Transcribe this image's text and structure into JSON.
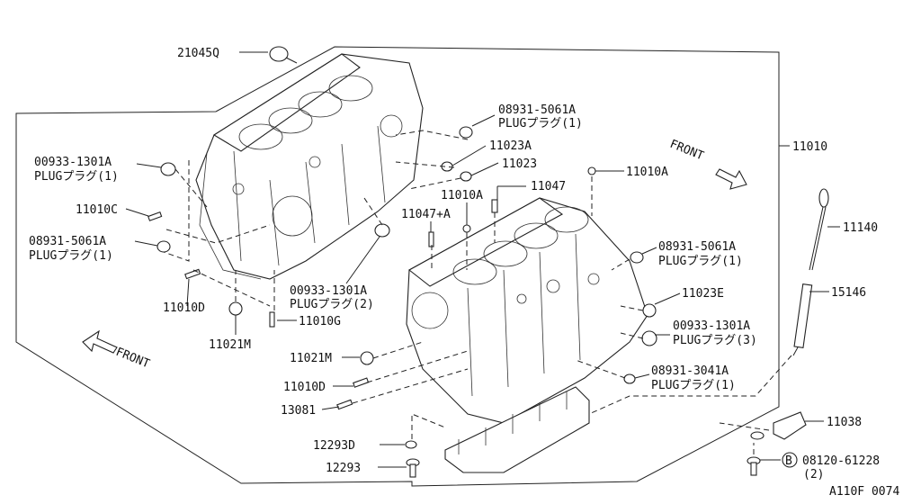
{
  "labels": {
    "p21045Q": "21045Q",
    "p089315061A_top": "08931-5061A",
    "plug1_top": "PLUGプラグ(1)",
    "p11023A": "11023A",
    "p11023": "11023",
    "p11010": "11010",
    "p11010A_right": "11010A",
    "p00933_left": "00933-1301A",
    "plug1_left": "PLUGプラグ(1)",
    "p11010C": "11010C",
    "p11010A_mid": "11010A",
    "p11047": "11047",
    "p11047A": "11047+A",
    "p089315061A_left": "08931-5061A",
    "plug1_left2": "PLUGプラグ(1)",
    "p089315061A_right": "08931-5061A",
    "plug1_right": "PLUGプラグ(1)",
    "p11140": "11140",
    "p15146": "15146",
    "p00933_mid": "00933-1301A",
    "plug2_mid": "PLUGプラグ(2)",
    "p11023E": "11023E",
    "p11010D_left": "11010D",
    "p11010G": "11010G",
    "p00933_right": "00933-1301A",
    "plug3_right": "PLUGプラグ(3)",
    "p11021M_left": "11021M",
    "p11021M_mid": "11021M",
    "front_left": "FRONT",
    "front_right": "FRONT",
    "p089313041A": "08931-3041A",
    "plug1_bottom": "PLUGプラグ(1)",
    "p11010D_mid": "11010D",
    "p13081": "13081",
    "p11038": "11038",
    "p12293D": "12293D",
    "p12293": "12293",
    "bolt_circle": "B",
    "p0812061228": "08120-61228",
    "qty2": "(2)",
    "diagram_id": "A110F 0074"
  },
  "icons": [
    "front-arrow-icon",
    "bolt-b-icon"
  ],
  "colors": {
    "ink": "#222222",
    "background": "#ffffff"
  }
}
